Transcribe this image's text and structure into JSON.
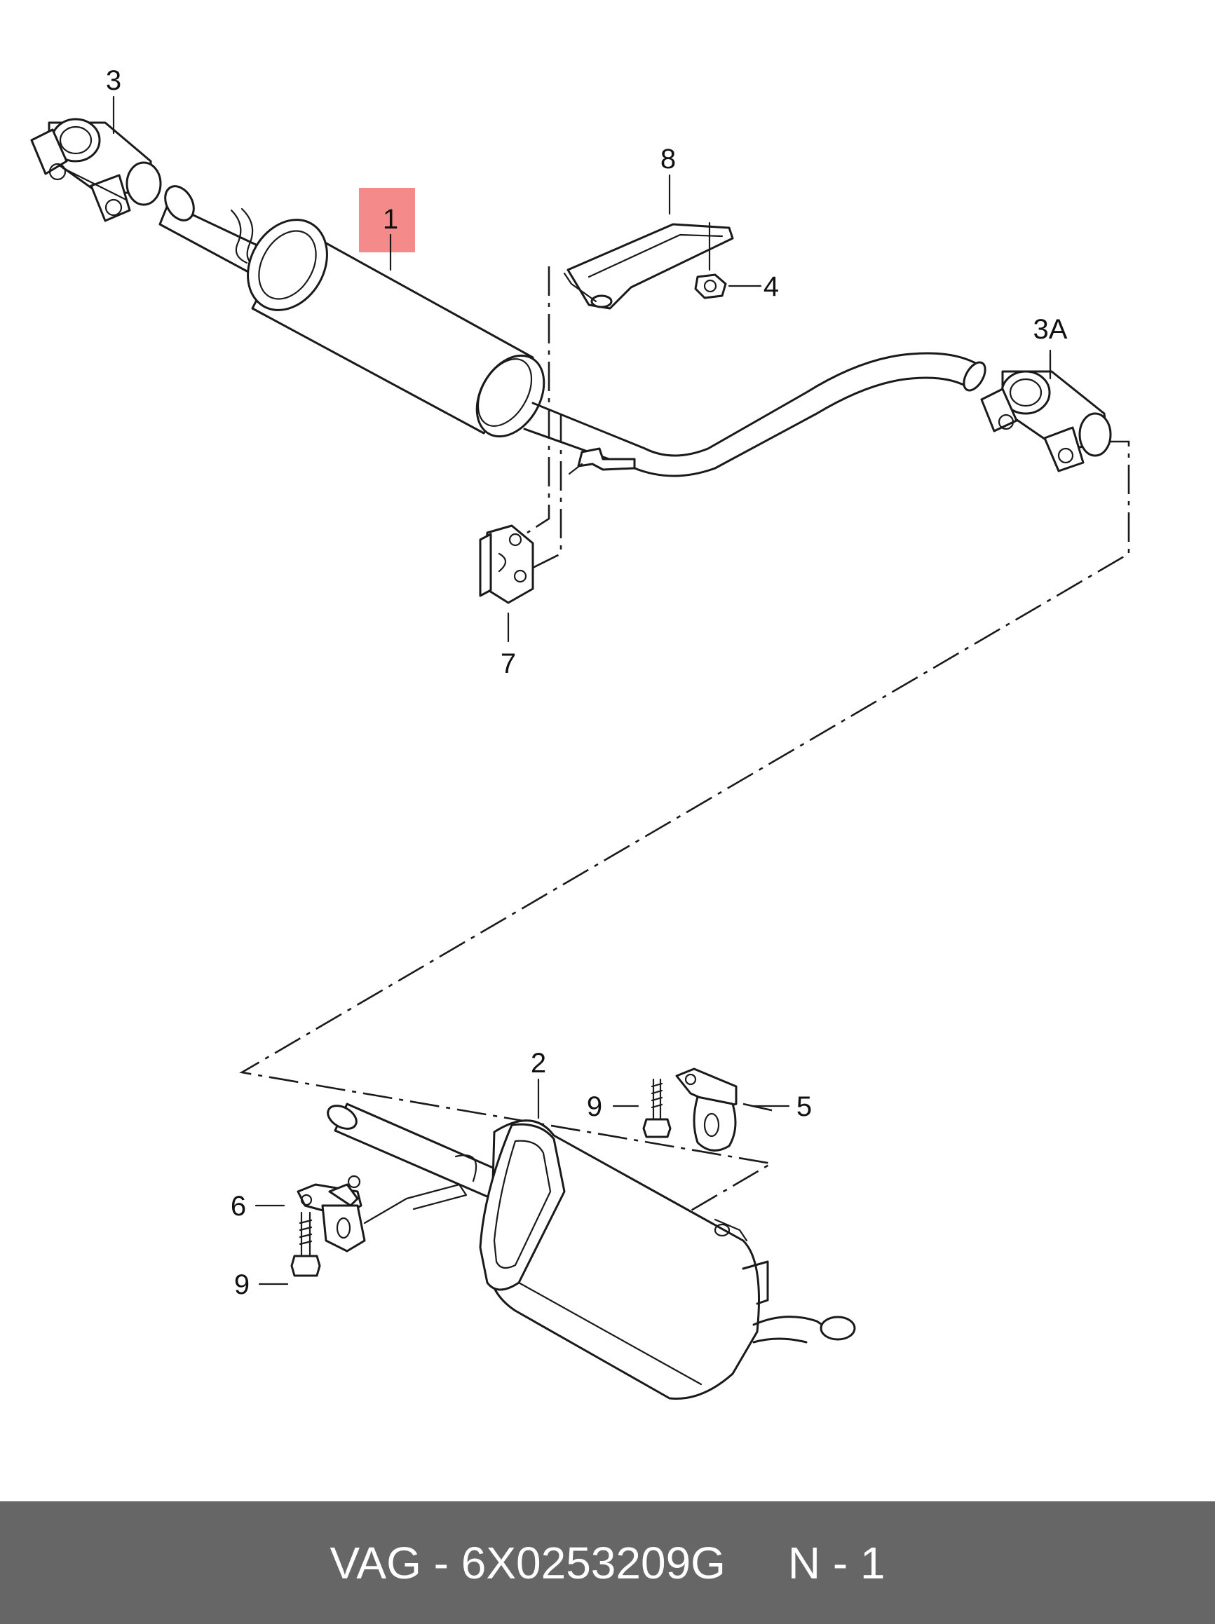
{
  "diagram": {
    "highlight_color": "#f48a8a",
    "callouts": {
      "c1": "1",
      "c2": "2",
      "c3": "3",
      "c3a": "3A",
      "c4": "4",
      "c5": "5",
      "c6": "6",
      "c7": "7",
      "c8": "8",
      "c9a": "9",
      "c9b": "9"
    }
  },
  "footer": {
    "brand": "VAG",
    "sep1": " - ",
    "part_number": "6X0253209G",
    "gap": "     ",
    "position": "N - 1",
    "background": "#666666"
  }
}
